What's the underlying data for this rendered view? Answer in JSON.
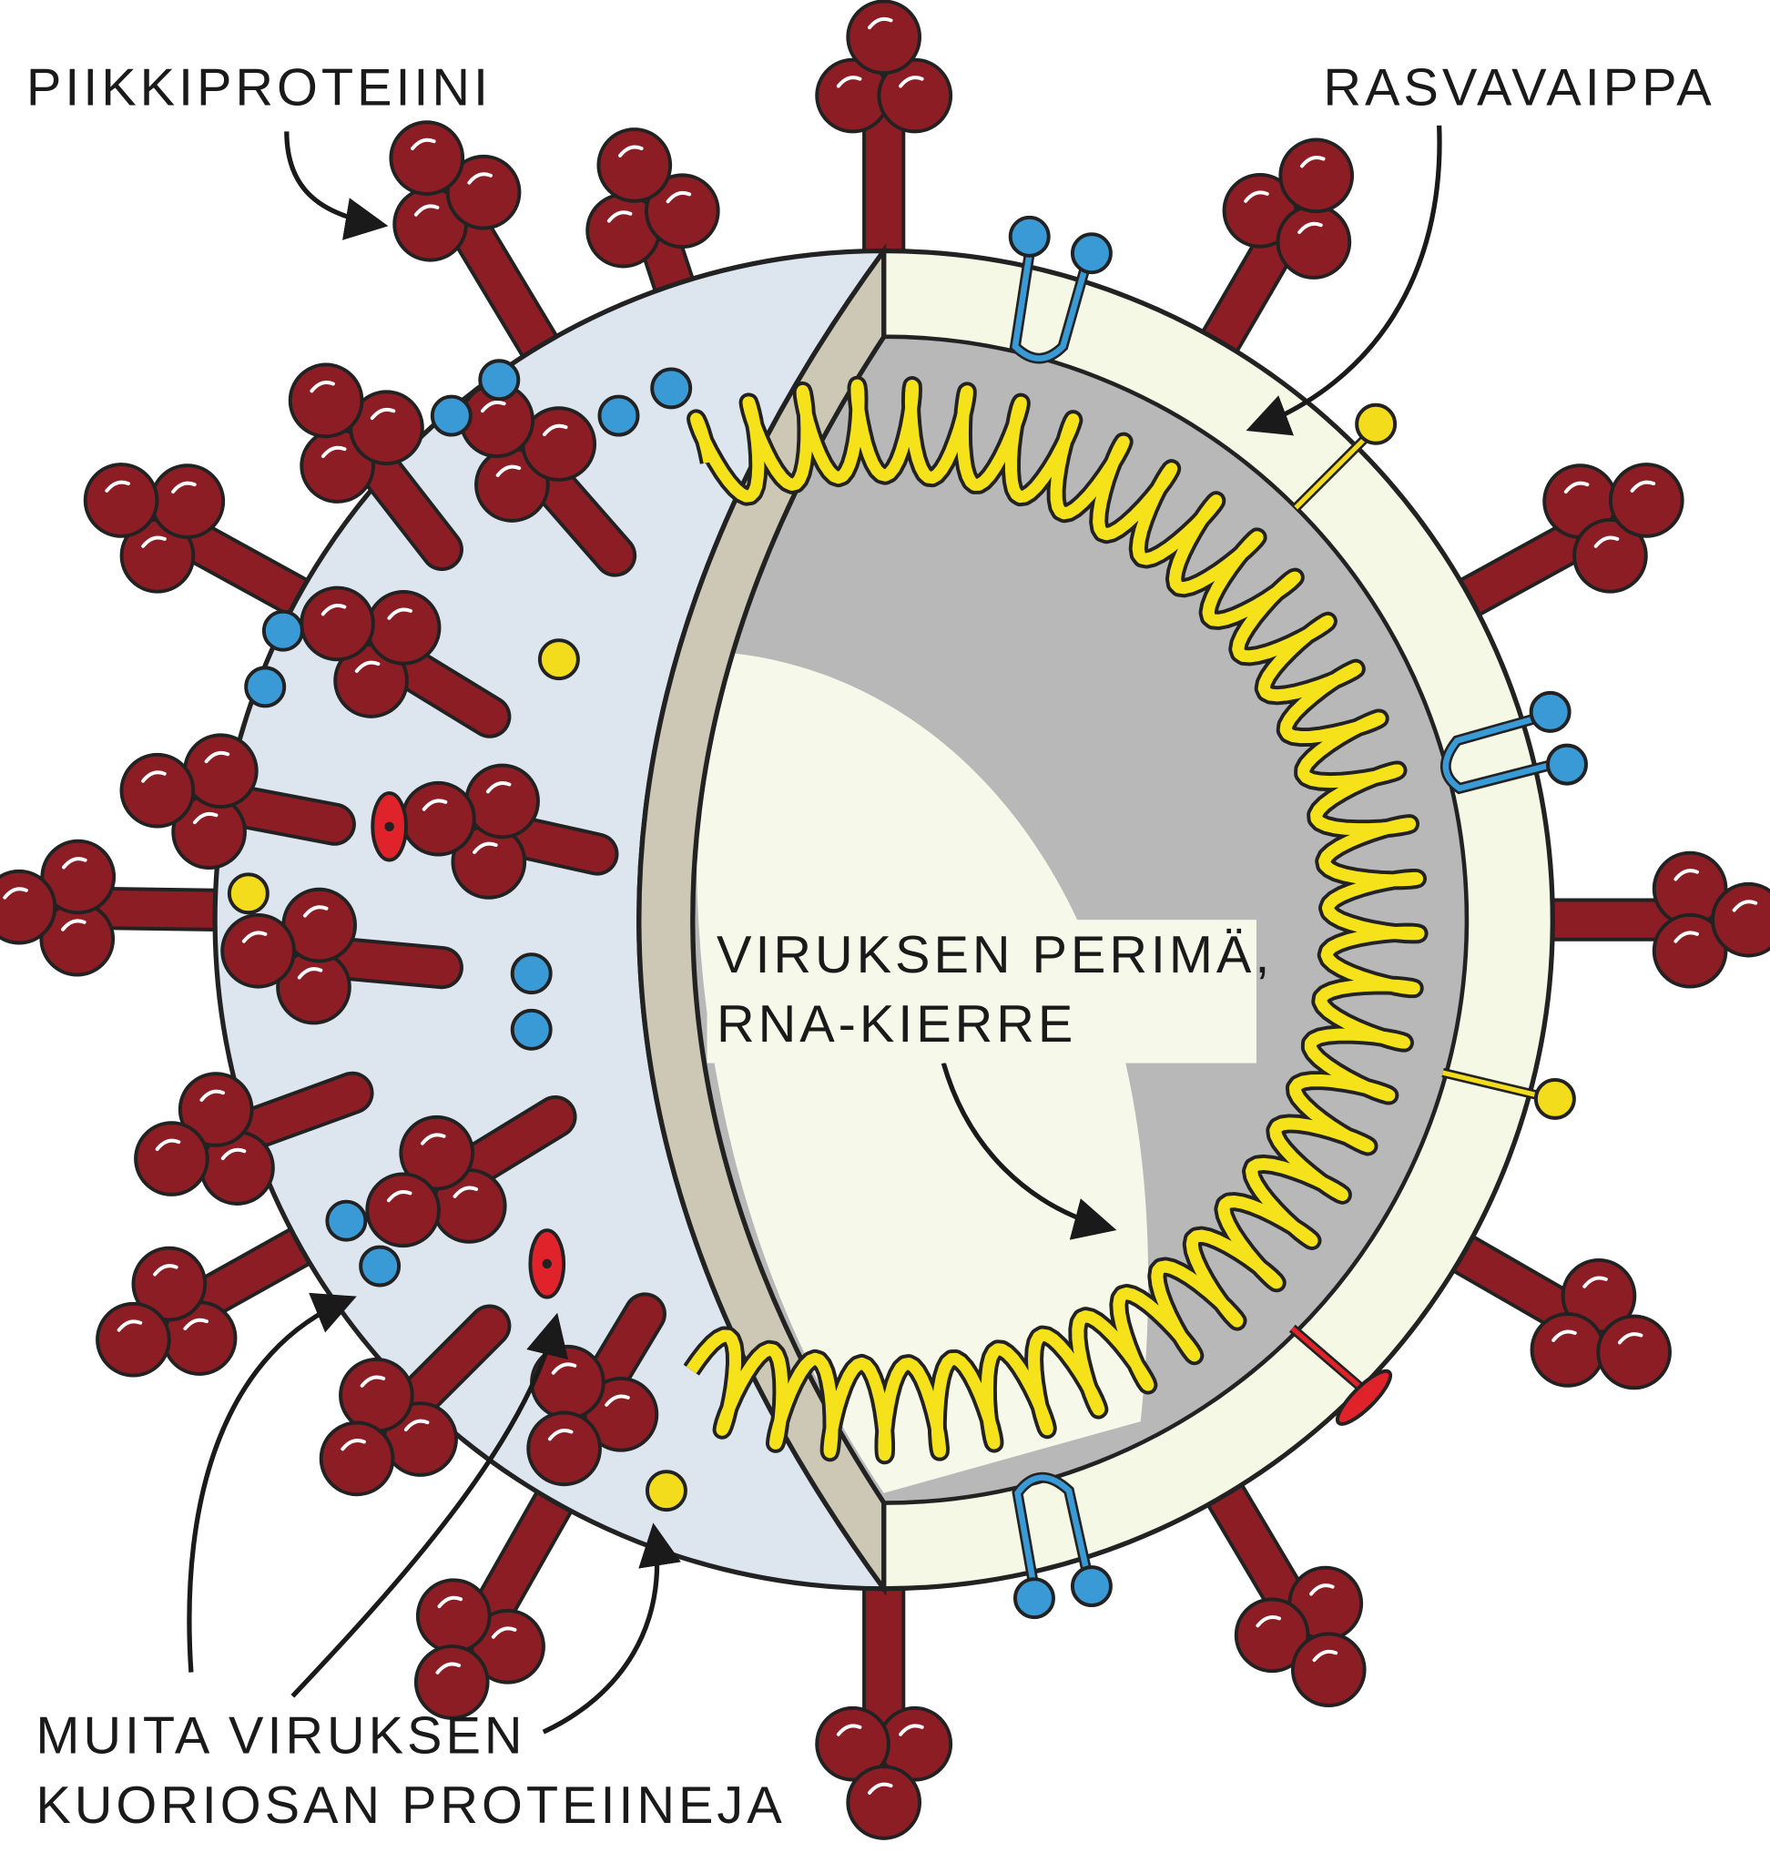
{
  "diagram": {
    "labels": {
      "spike_protein": "PIIKKIPROTEIINI",
      "lipid_envelope": "RASVAVAIPPA",
      "genome_line1": "VIRUKSEN PERIMÄ,",
      "genome_line2": "RNA-KIERRE",
      "other_proteins_line1": "MUITA VIRUKSEN",
      "other_proteins_line2": "KUORIOSAN PROTEIINEJA"
    },
    "colors": {
      "spike": "#8c1d24",
      "surface": "#dde6ef",
      "cut_face": "#cdc8b6",
      "envelope": "#f4f8e4",
      "interior": "#b8b8b8",
      "rna": "#f5e21a",
      "blue_protein": "#3a9ad6",
      "yellow_protein": "#f2dc1c",
      "red_protein": "#e0222a"
    }
  }
}
